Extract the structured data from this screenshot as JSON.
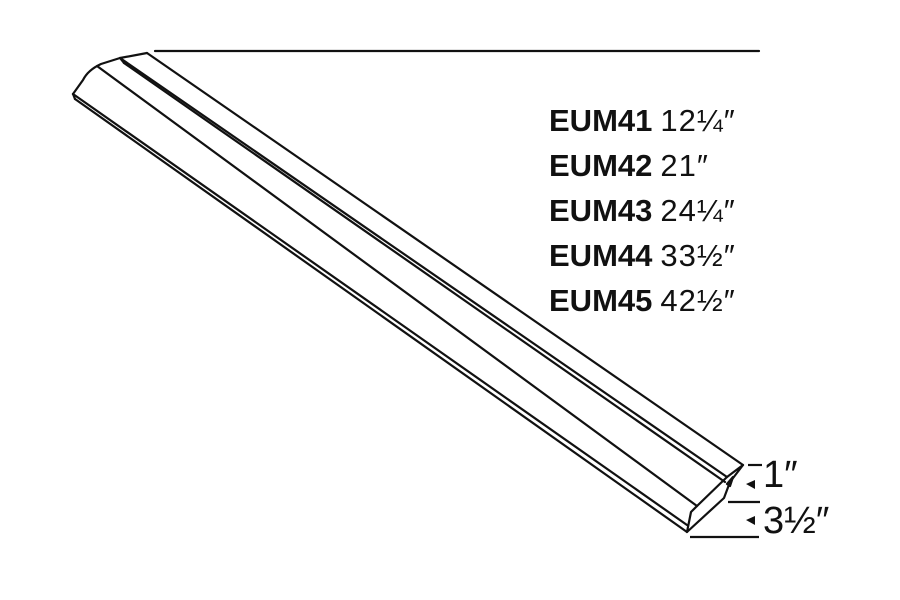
{
  "diagram": {
    "subject": "under-cabinet light bar (isometric line drawing)",
    "stroke_color": "#111111",
    "background": "#ffffff"
  },
  "models": [
    {
      "code": "EUM41",
      "length": "12¼″"
    },
    {
      "code": "EUM42",
      "length": "21″"
    },
    {
      "code": "EUM43",
      "length": "24¼″"
    },
    {
      "code": "EUM44",
      "length": "33½″"
    },
    {
      "code": "EUM45",
      "length": "42½″"
    }
  ],
  "dimensions": {
    "height": "1″",
    "width": "3½″"
  }
}
